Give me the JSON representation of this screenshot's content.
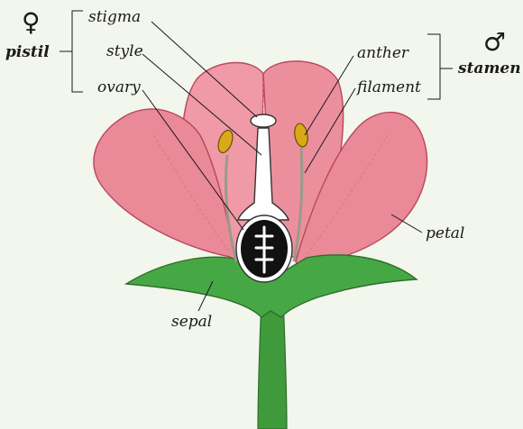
{
  "labels": {
    "stigma": "stigma",
    "style": "style",
    "ovary": "ovary",
    "anther": "anther",
    "filament": "filament",
    "petal": "petal",
    "sepal": "sepal",
    "pistil": "pistil",
    "stamen": "stamen"
  },
  "symbols": {
    "female": "♀",
    "male": "♂"
  },
  "colors": {
    "background": "#f2f6ec",
    "petal": "#ec8f9c",
    "petal_edge": "#b9475d",
    "sepal": "#46a845",
    "stem": "#3f9a3c",
    "ovary": "#111111",
    "anther": "#d8aa1a"
  }
}
